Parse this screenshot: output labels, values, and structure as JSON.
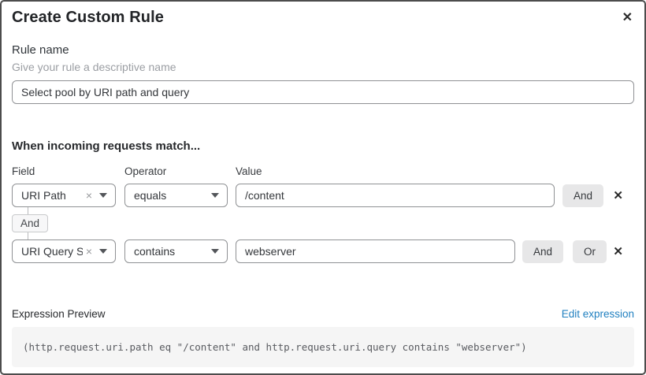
{
  "dialog": {
    "title": "Create Custom Rule",
    "close_icon": "✕"
  },
  "rule_name": {
    "label": "Rule name",
    "hint": "Give your rule a descriptive name",
    "value": "Select pool by URI path and query"
  },
  "match_section": {
    "heading": "When incoming requests match...",
    "column_headers": {
      "field": "Field",
      "operator": "Operator",
      "value": "Value"
    },
    "rows": [
      {
        "field": "URI Path",
        "clear_icon": "×",
        "operator": "equals",
        "value": "/content",
        "and_label": "And",
        "delete_icon": "✕"
      },
      {
        "field": "URI Query St...",
        "clear_icon": "×",
        "operator": "contains",
        "value": "webserver",
        "and_label": "And",
        "or_label": "Or",
        "delete_icon": "✕"
      }
    ],
    "connector_label": "And"
  },
  "expression_preview": {
    "label": "Expression Preview",
    "edit_link": "Edit expression",
    "expression": "(http.request.uri.path eq \"/content\" and http.request.uri.query contains \"webserver\")"
  },
  "colors": {
    "link_blue": "#2180c0",
    "code_background": "#f5f5f5",
    "button_gray": "#e7e7e8",
    "dialog_border": "#4c4c4c"
  }
}
